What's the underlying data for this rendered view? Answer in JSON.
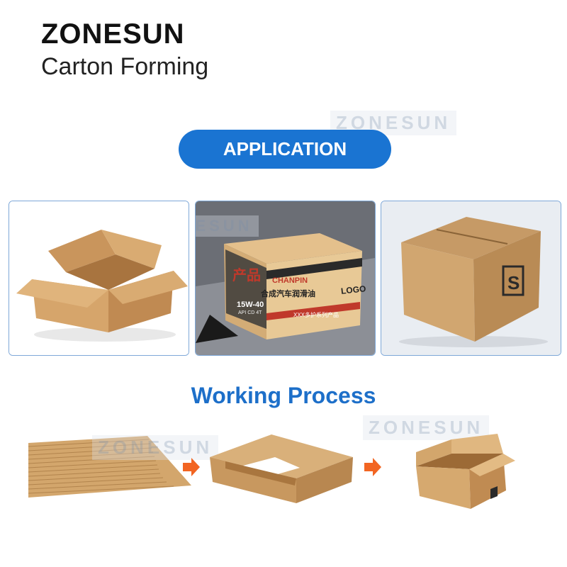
{
  "header": {
    "brand": "ZONESUN",
    "subtitle": "Carton Forming"
  },
  "watermark_text": "ZONESUN",
  "application": {
    "label": "APPLICATION"
  },
  "product_box": {
    "brand_cn": "产品",
    "brand_en": "CHANPIN",
    "desc_cn": "合成汽车润滑油",
    "logo": "LOGO",
    "grade": "15W-40",
    "spec": "API CD 4T",
    "footer_cn": "XXX多护系列产品"
  },
  "process": {
    "title": "Working Process"
  },
  "colors": {
    "accent": "#1a74d2",
    "title_blue": "#1d6fc9",
    "arrow": "#f26522",
    "cardboard": "#d2a36b"
  }
}
